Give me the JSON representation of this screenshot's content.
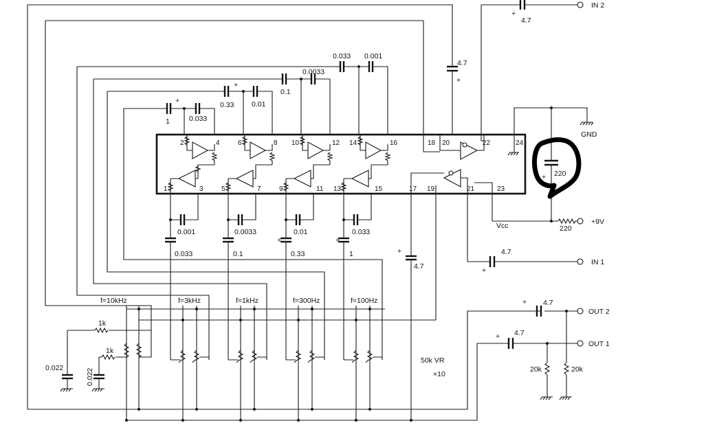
{
  "ic": {
    "pins": {
      "p1": "1",
      "p2": "2",
      "p3": "3",
      "p4": "4",
      "p5": "5",
      "p6": "6",
      "p7": "7",
      "p8": "8",
      "p9": "9",
      "p10": "10",
      "p11": "11",
      "p12": "12",
      "p13": "13",
      "p14": "14",
      "p15": "15",
      "p16": "16",
      "p17": "17",
      "p18": "18",
      "p19": "19",
      "p20": "20",
      "p21": "21",
      "p22": "22",
      "p23": "23",
      "p24": "24"
    }
  },
  "terminals": {
    "in2": "IN 2",
    "in1": "IN 1",
    "gnd": "GND",
    "plus9v": "+9V",
    "out2": "OUT 2",
    "out1": "OUT 1",
    "vcc": "Vcc"
  },
  "values": {
    "c_top_1": "1",
    "c_top_0033a": "0.033",
    "c_top_033": "0.33",
    "c_top_001a": "0.01",
    "c_top_01": "0.1",
    "c_top_00033": "0.0033",
    "c_top_0033b": "0.033",
    "c_top_0001": "0.001",
    "c_in2": "4.7",
    "c_fb": "4.7",
    "c_bulk": "220",
    "r_vcc": "220",
    "c_b_0001": "0.001",
    "c_b_00033": "0.0033",
    "c_b_001": "0.01",
    "c_b_0033": "0.033",
    "c_b2_0033": "0.033",
    "c_b2_01": "0.1",
    "c_b2_033": "0.33",
    "c_b2_1": "1",
    "c_mid": "4.7",
    "c_in1": "4.7",
    "c_out2": "4.7",
    "c_out1": "4.7",
    "r_1k_a": "1k",
    "r_1k_b": "1k",
    "c_0022_a": "0.022",
    "c_0022_b": "0.022",
    "r_20k_a": "20k",
    "r_20k_b": "20k",
    "plus": "+"
  },
  "bands": {
    "b10k": "f=10kHz",
    "b3k": "f=3kHz",
    "b1k": "f=1kHz",
    "b300": "f=300Hz",
    "b100": "f=100Hz"
  },
  "vr": {
    "label": "50k  VR",
    "count": "×10"
  }
}
